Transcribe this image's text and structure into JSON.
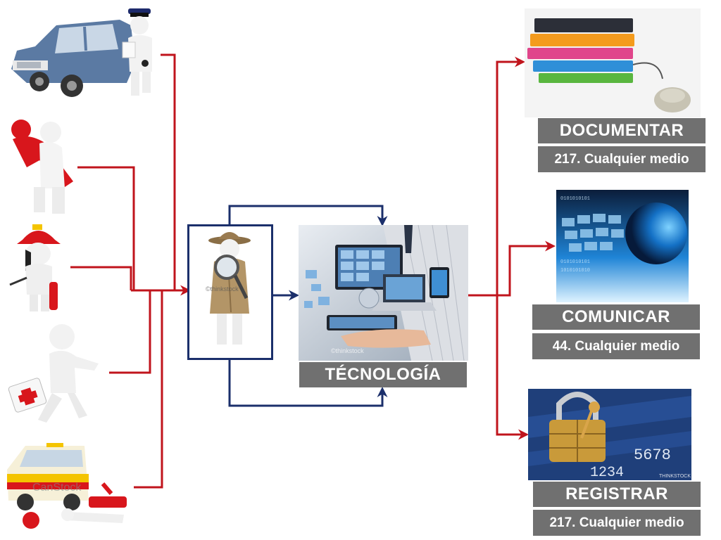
{
  "center": {
    "tech_label": "TÉCNOLOGÍA"
  },
  "outputs": [
    {
      "title": "DOCUMENTAR",
      "subtitle": "217. Cualquier medio"
    },
    {
      "title": "COMUNICAR",
      "subtitle": "44. Cualquier medio"
    },
    {
      "title": "REGISTRAR",
      "subtitle": "217. Cualquier medio"
    }
  ],
  "watermarks": {
    "investigator": "©thinkstock",
    "tech": "©thinkstock",
    "ambulance": "CanStock",
    "card": "THINKSTOCK"
  },
  "card_numbers": {
    "top": "5678",
    "bottom": "1234"
  },
  "colors": {
    "red_line": "#c0141c",
    "navy_line": "#1b2f6b",
    "label_bg": "#707070"
  }
}
